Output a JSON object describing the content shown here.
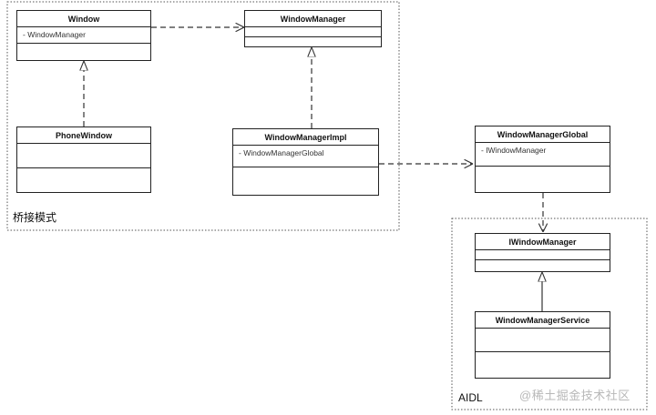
{
  "groups": {
    "bridge": {
      "label": "桥接模式"
    },
    "aidl": {
      "label": "AIDL"
    }
  },
  "classes": {
    "window": {
      "name": "Window",
      "attr": "- WindowManager"
    },
    "window_manager": {
      "name": "WindowManager",
      "attr": ""
    },
    "phone_window": {
      "name": "PhoneWindow",
      "attr": ""
    },
    "window_manager_impl": {
      "name": "WindowManagerImpl",
      "attr": "-  WindowManagerGlobal"
    },
    "window_manager_global": {
      "name": "WindowManagerGlobal",
      "attr": "- IWindowManager"
    },
    "iwindow_manager": {
      "name": "IWindowManager",
      "attr": ""
    },
    "window_manager_service": {
      "name": "WindowManagerService",
      "attr": ""
    }
  },
  "watermark": "@稀土掘金技术社区",
  "colors": {
    "line": "#333333",
    "border": "#222222",
    "group_border": "#555555"
  }
}
